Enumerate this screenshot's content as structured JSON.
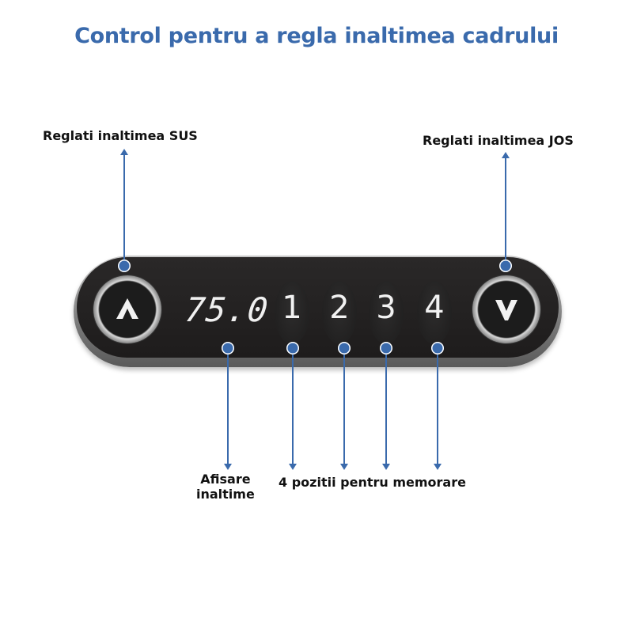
{
  "title": "Control pentru a regla inaltimea cadrului",
  "labels": {
    "up": "Reglati inaltimea SUS",
    "down": "Reglati inaltimea JOS",
    "display_line1": "Afisare",
    "display_line2": "inaltime",
    "memory": "4 pozitii pentru memorare"
  },
  "panel": {
    "up_button_icon": "chevron-up-icon",
    "down_button_icon": "chevron-down-icon",
    "display_value": "75.0",
    "memory_buttons": [
      "1",
      "2",
      "3",
      "4"
    ]
  },
  "colors": {
    "accent": "#3a6aac",
    "panel": "#1e1c1c",
    "text": "#111111"
  }
}
